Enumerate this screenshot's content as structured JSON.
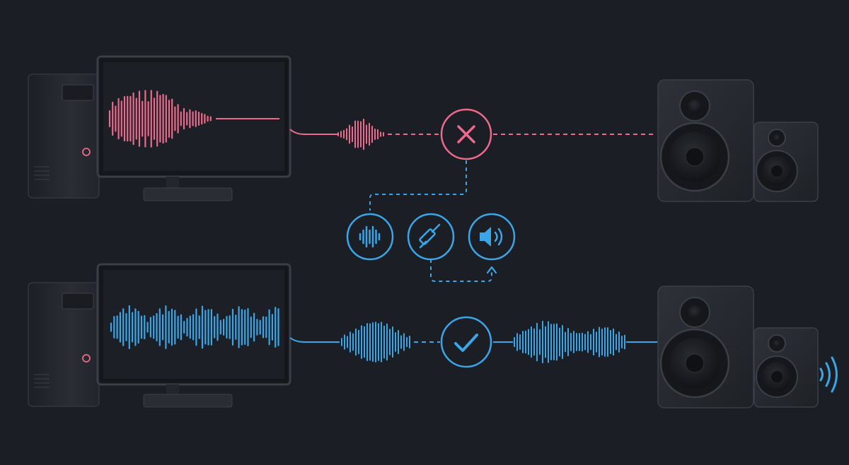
{
  "colors": {
    "background": "#1b1e25",
    "error": "#ec6a8b",
    "success": "#3aa6e8",
    "device_dark": "#23262d",
    "device_edge": "#3a3e47"
  },
  "rows": [
    {
      "state": "failed",
      "status_icon": "x-icon",
      "source": "desktop-computer",
      "destination": "speaker-pair",
      "output_active": false
    },
    {
      "state": "working",
      "status_icon": "checkmark-icon",
      "source": "desktop-computer",
      "destination": "speaker-pair",
      "output_active": true
    }
  ],
  "troubleshoot_steps": [
    {
      "icon": "audio-wave-icon"
    },
    {
      "icon": "audio-jack-icon"
    },
    {
      "icon": "speaker-volume-icon"
    }
  ]
}
